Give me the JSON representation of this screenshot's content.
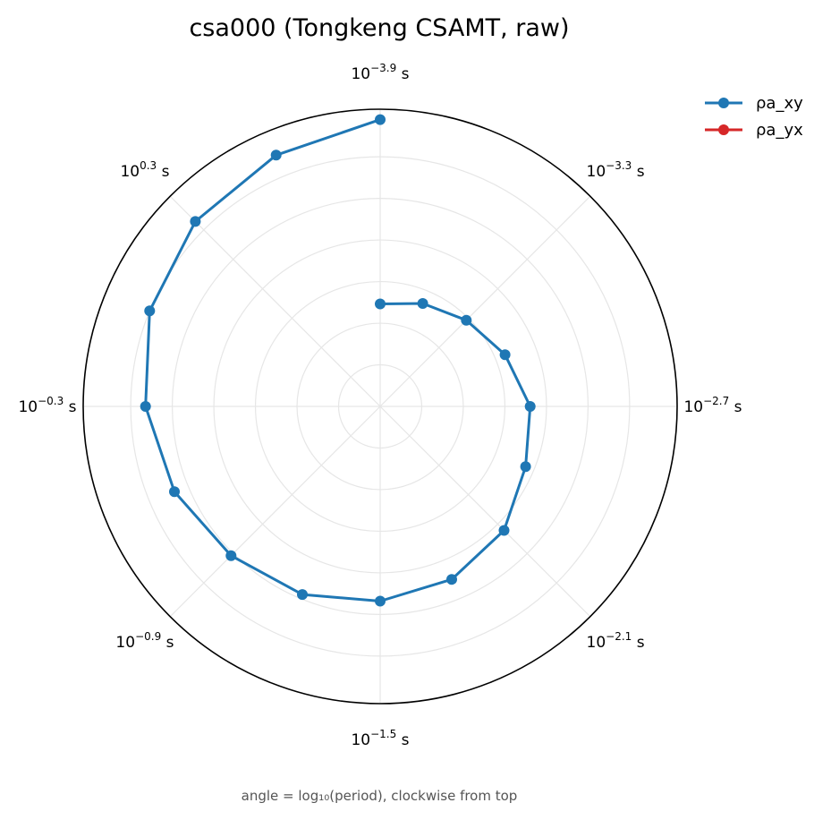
{
  "chart_data": {
    "type": "polar-line",
    "title": "csa000 (Tongkeng CSAMT, raw)",
    "caption": "angle = log₁₀(period), clockwise from top",
    "angle_ticks": [
      {
        "base": "10",
        "exp": "−3.9",
        "unit": " s"
      },
      {
        "base": "10",
        "exp": "−3.3",
        "unit": " s"
      },
      {
        "base": "10",
        "exp": "−2.7",
        "unit": " s"
      },
      {
        "base": "10",
        "exp": "−2.1",
        "unit": " s"
      },
      {
        "base": "10",
        "exp": "−1.5",
        "unit": " s"
      },
      {
        "base": "10",
        "exp": "−0.9",
        "unit": " s"
      },
      {
        "base": "10",
        "exp": "−0.3",
        "unit": " s"
      },
      {
        "base": "10",
        "exp": "0.3",
        "unit": " s"
      }
    ],
    "angle_tick_values": [
      -3.9,
      -3.3,
      -2.7,
      -2.1,
      -1.5,
      -0.9,
      -0.3,
      0.3
    ],
    "log_period_range": [
      -3.9,
      0.9
    ],
    "radial_max": 1.0,
    "radial_grid": [
      0.14,
      0.28,
      0.42,
      0.56,
      0.7,
      0.84
    ],
    "grid": true,
    "legend_position": "top-right",
    "series": [
      {
        "name": "ρa_xy",
        "color": "#1f77b4",
        "log_period": [
          -3.9,
          -3.6,
          -3.3,
          -3.0,
          -2.7,
          -2.4,
          -2.1,
          -1.8,
          -1.5,
          -1.2,
          -0.9,
          -0.6,
          -0.3,
          0.0,
          0.3,
          0.6,
          0.9
        ],
        "r": [
          0.345,
          0.375,
          0.41,
          0.455,
          0.505,
          0.53,
          0.59,
          0.63,
          0.655,
          0.685,
          0.71,
          0.75,
          0.79,
          0.84,
          0.88,
          0.915,
          0.965
        ]
      },
      {
        "name": "ρa_yx",
        "color": "#d62728",
        "log_period": [],
        "r": []
      }
    ]
  }
}
